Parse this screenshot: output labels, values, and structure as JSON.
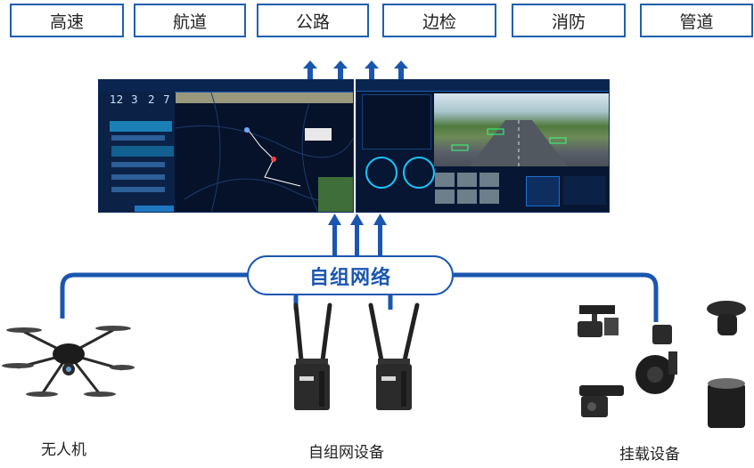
{
  "targets": [
    "高速",
    "航道",
    "公路",
    "边检",
    "消防",
    "管道"
  ],
  "left_screen": {
    "stats": [
      "12",
      "3",
      "2",
      "7"
    ]
  },
  "right_screen": {},
  "hub_label": "自组网络",
  "captions": {
    "drone": "无人机",
    "radio": "自组网设备",
    "payload": "挂载设备"
  },
  "colors": {
    "line": "#1a56b0",
    "screen_bg": "#071733",
    "accent": "#19c6ff"
  }
}
